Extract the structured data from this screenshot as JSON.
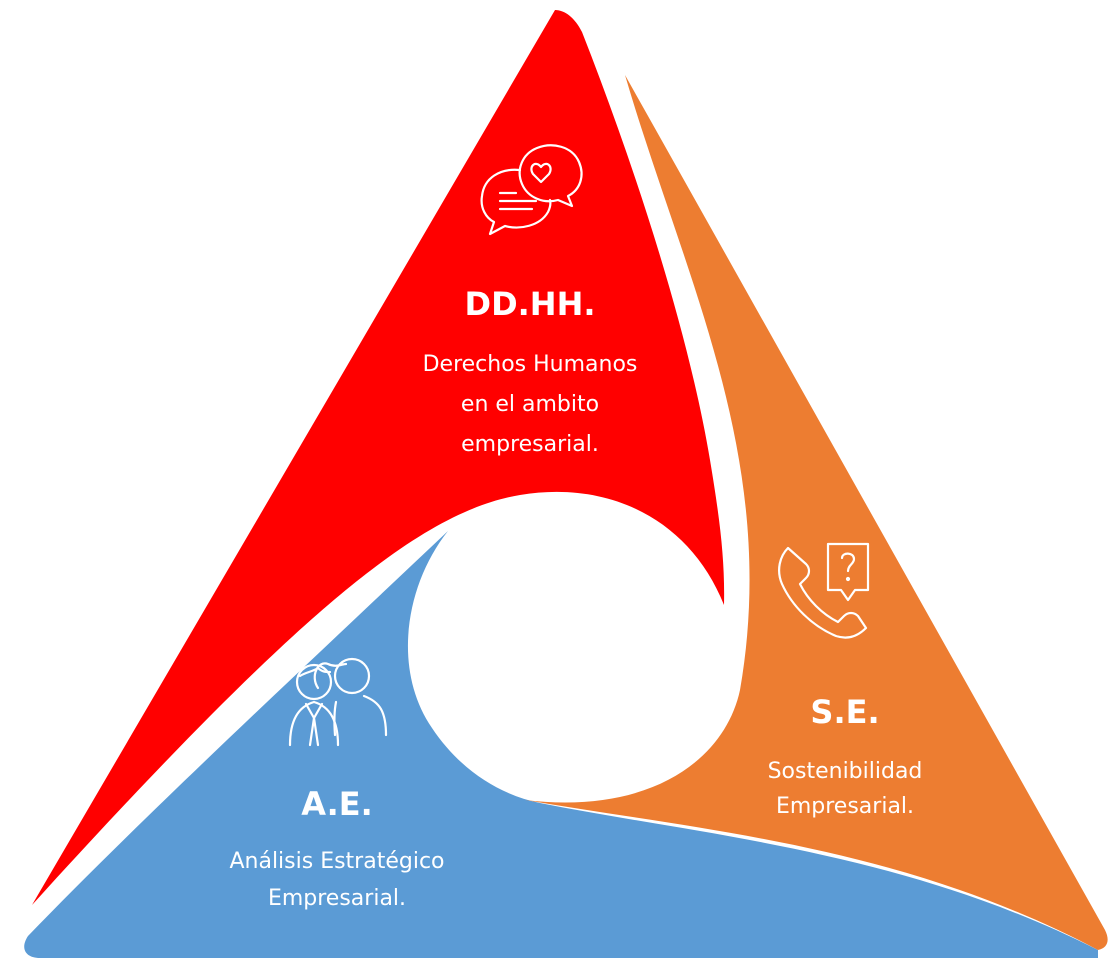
{
  "colors": {
    "top": "#FF0000",
    "right": "#ED7D31",
    "bottom": "#5B9BD5",
    "text": "#FFFFFF"
  },
  "segments": [
    {
      "key": "dd_hh",
      "icon": "chat-heart-icon",
      "title": "DD.HH.",
      "lines": [
        "Derechos Humanos",
        "en el ambito",
        "empresarial."
      ]
    },
    {
      "key": "s_e",
      "icon": "phone-question-icon",
      "title": "S.E.",
      "lines": [
        "Sostenibilidad",
        "Empresarial."
      ]
    },
    {
      "key": "a_e",
      "icon": "people-icon",
      "title": "A.E.",
      "lines": [
        "Análisis Estratégico",
        "Empresarial."
      ]
    }
  ]
}
